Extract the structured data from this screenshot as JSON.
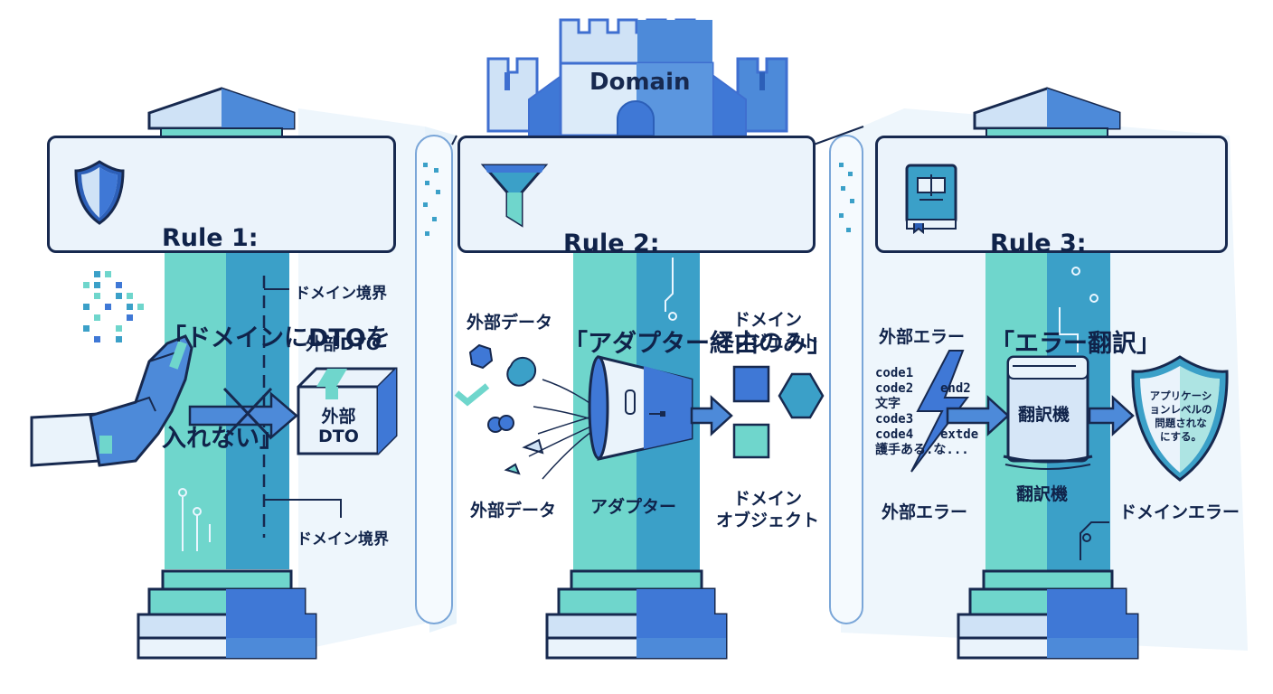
{
  "castle": {
    "label": "Domain"
  },
  "rules": [
    {
      "icon": "shield-icon",
      "title_line1": "Rule 1:",
      "title_line2": "「ドメインにDTOを",
      "title_line3": "入れない」",
      "boundary_top": "ドメイン境界",
      "boundary_bottom": "ドメイン境界",
      "dto_label": "外部DTO",
      "box_text_line1": "外部",
      "box_text_line2": "DTO"
    },
    {
      "icon": "funnel-icon",
      "title_line1": "Rule 2:",
      "title_line2": "「アダプター経由のみ」",
      "input_top": "外部データ",
      "input_bottom": "外部データ",
      "adapter_label": "アダプター",
      "output_top_line1": "ドメイン",
      "output_top_line2": "オブジェクト",
      "output_bottom_line1": "ドメイン",
      "output_bottom_line2": "オブジェクト"
    },
    {
      "icon": "book-icon",
      "title_line1": "Rule 3:",
      "title_line2": "「エラー翻訳」",
      "external_error_top": "外部エラー",
      "external_error_bottom": "外部エラー",
      "codes": [
        "code1",
        "code2",
        "文字",
        "code3",
        "code4",
        "護手ある.な..."
      ],
      "code_fragments": [
        "end2",
        "extde"
      ],
      "translator_label": "翻訳機",
      "translator_caption": "翻訳機",
      "shield_text_line1": "アプリケーシ",
      "shield_text_line2": "ョンレベルの",
      "shield_text_line3": "問題されな",
      "shield_text_line4": "にする。",
      "domain_error": "ドメインエラー"
    }
  ]
}
